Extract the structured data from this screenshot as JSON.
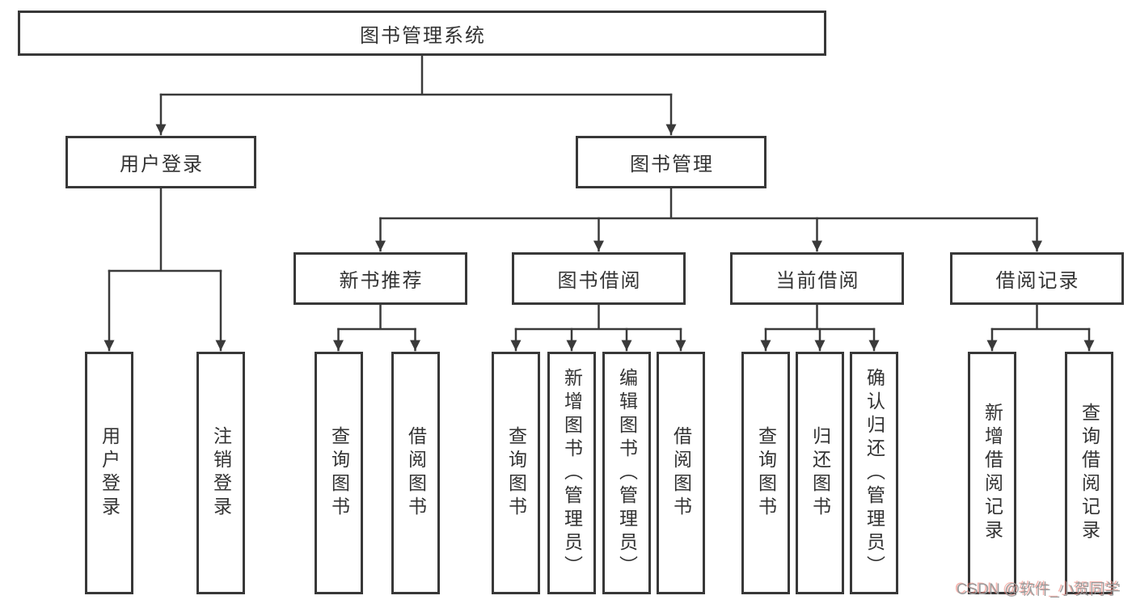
{
  "level1": {
    "label": "图书管理系统"
  },
  "level2": [
    {
      "label": "用户登录"
    },
    {
      "label": "图书管理"
    }
  ],
  "level3": [
    {
      "label": "新书推荐"
    },
    {
      "label": "图书借阅"
    },
    {
      "label": "当前借阅"
    },
    {
      "label": "借阅记录"
    }
  ],
  "level4": [
    {
      "label": "用户登录"
    },
    {
      "label": "注销登录"
    },
    {
      "label": "查询图书"
    },
    {
      "label": "借阅图书"
    },
    {
      "label": "查询图书"
    },
    {
      "label": "新增图书（管理员）"
    },
    {
      "label": "编辑图书（管理员）"
    },
    {
      "label": "借阅图书"
    },
    {
      "label": "查询图书"
    },
    {
      "label": "归还图书"
    },
    {
      "label": "确认归还（管理员）"
    },
    {
      "label": "新增借阅记录"
    },
    {
      "label": "查询借阅记录"
    }
  ],
  "watermark": {
    "text": "CSDN @软件_小贺同学"
  },
  "colors": {
    "line": "#3a3a3a",
    "box_border": "#383838",
    "text": "#333333",
    "background": "#ffffff",
    "watermark": "#9b9b9b",
    "watermark_shadow": "#ec786e"
  }
}
